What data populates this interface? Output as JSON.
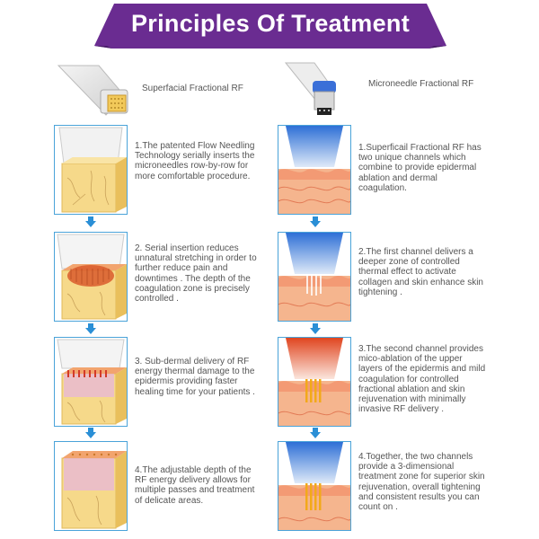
{
  "banner": {
    "title": "Principles Of Treatment"
  },
  "left": {
    "device_label": "Superfacial Fractional RF",
    "steps": [
      "1.The patented Flow Needling Technology serially inserts the microneedles row-by-row for more comfortable procedure.",
      "2. Serial insertion reduces unnatural stretching in order to further reduce pain and downtimes . The depth of the coagulation zone is precisely controlled .",
      "3. Sub-dermal delivery of RF energy thermal damage to the epidermis providing faster healing time for your patients .",
      "4.The adjustable depth of the RF energy delivery allows for multiple passes and treatment of delicate areas."
    ]
  },
  "right": {
    "device_label": "Microneedle Fractional RF",
    "steps": [
      "1.Superficail Fractional RF has two unique channels which combine to provide epidermal ablation and dermal coagulation.",
      "2.The first channel delivers a deeper zone of controlled thermal effect to activate collagen and skin enhance skin tightening .",
      "3.The second channel provides mico-ablation of the upper layers of the epidermis and mild coagulation for controlled fractional ablation and skin rejuvenation with minimally invasive RF delivery .",
      "4.Together, the two channels provide a 3-dimensional treatment zone for superior skin rejuvenation, overall tightening and consistent results you can count on ."
    ]
  },
  "colors": {
    "banner": "#6a2c91",
    "arrow": "#2a8fd6",
    "border": "#4aa3d9",
    "skin": "#f4d27a",
    "dermis": "#f5b58e",
    "heat_blue": "#2d6fd6",
    "heat_red": "#e0451f",
    "needle_gold": "#f2a91a"
  }
}
